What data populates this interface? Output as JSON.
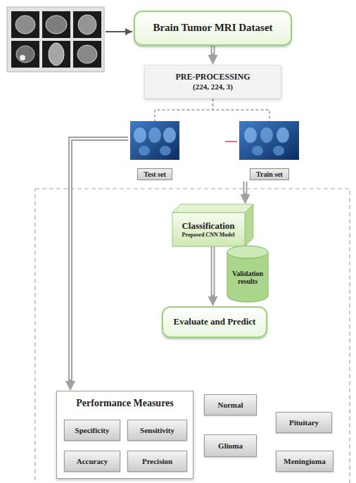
{
  "diagram": {
    "nodes": [
      {
        "text": [
          "Brain Tumor MRI Dataset"
        ]
      },
      {
        "text": [
          "PRE-PROCESSING",
          "(224, 224, 3)"
        ]
      },
      {
        "text": [
          "Test set"
        ]
      },
      {
        "text": [
          "Train set"
        ]
      },
      {
        "text": [
          "Classification",
          "Proposed CNN Model"
        ]
      },
      {
        "text": [
          "Validation results"
        ]
      },
      {
        "text": [
          "Evaluate and Predict"
        ]
      },
      {
        "text": [
          "Performance Measures"
        ]
      },
      {
        "text": [
          "Specificity"
        ],
        "in": 7
      },
      {
        "text": [
          "Sensitivity"
        ],
        "in": 7
      },
      {
        "text": [
          "Accuracy"
        ],
        "in": 7
      },
      {
        "text": [
          "Precision"
        ],
        "in": 7
      },
      {
        "text": [
          "Normal"
        ]
      },
      {
        "text": [
          "Glioma"
        ]
      },
      {
        "text": [
          "Pituitary"
        ]
      },
      {
        "text": [
          "Meningioma"
        ]
      }
    ],
    "edges": [
      {
        "from": 0,
        "to": 1,
        "arrow": "to"
      },
      {
        "from": 1,
        "to": 2,
        "arrow": "none"
      },
      {
        "from": 1,
        "to": 3,
        "arrow": "none"
      },
      {
        "from": 2,
        "to": 7,
        "arrow": "to"
      },
      {
        "from": 3,
        "to": 4,
        "arrow": "to"
      },
      {
        "from": 4,
        "to": 6,
        "arrow": "to"
      }
    ]
  }
}
